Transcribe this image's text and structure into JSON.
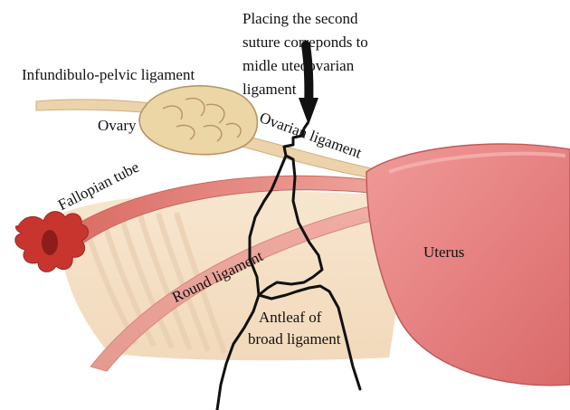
{
  "annotation": {
    "lines": [
      "Placing the second",
      "suture correponds to",
      "midle uteoovarian",
      "ligament"
    ]
  },
  "labels": {
    "infundibulo": "Infundibulo-pelvic ligament",
    "ovary": "Ovary",
    "ovarian_ligament": "Ovarian ligament",
    "fallopian_tube": "Fallopian tube",
    "round_ligament": "Round ligament",
    "uterus": "Uterus",
    "antleaf_line1": "Antleaf of",
    "antleaf_line2": "broad ligament"
  },
  "colors": {
    "uterus": "#e8888a",
    "tube": "#e28d86",
    "fimbria": "#c43530",
    "ovary": "#ecd6a6",
    "broad_ligament": "#f4e1c7",
    "ligament": "#ead0a6",
    "suture_line": "#111111"
  }
}
